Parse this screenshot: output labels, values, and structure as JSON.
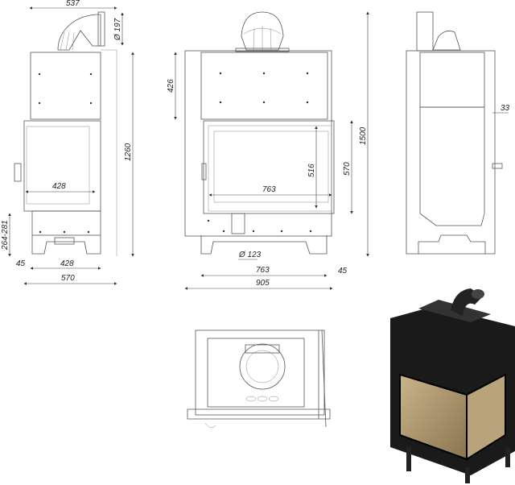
{
  "title": "Fireplace insert technical drawing",
  "side_view_left": {
    "flue_width": "537",
    "flue_diameter": "Ø 197",
    "total_height": "1260",
    "glass_width": "428",
    "leg_height": "264-281",
    "offset": "45",
    "base_width": "428",
    "total_depth": "570"
  },
  "front_view": {
    "top_height": "426",
    "glass_height": "516",
    "door_height": "570",
    "total_height": "1500",
    "glass_width": "763",
    "air_inlet_diameter": "Ø 123",
    "base_width": "763",
    "offset": "45",
    "total_width": "905"
  },
  "side_view_right": {
    "offset": "33"
  }
}
